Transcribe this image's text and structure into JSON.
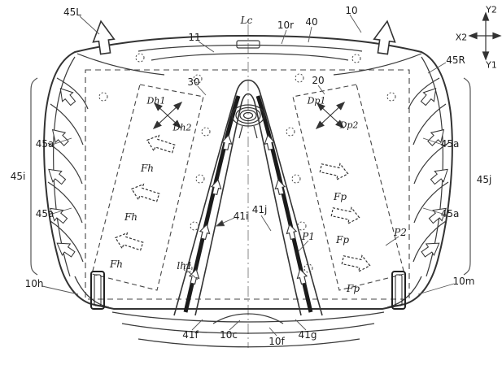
{
  "meta": {
    "figure_kind": "patent-line-drawing",
    "background_color": "#ffffff",
    "line_color": "#3a3a3a"
  },
  "labels": [
    {
      "id": "45L",
      "text": "45L"
    },
    {
      "id": "Lc",
      "text": "Lc"
    },
    {
      "id": "10r",
      "text": "10r"
    },
    {
      "id": "40",
      "text": "40"
    },
    {
      "id": "10",
      "text": "10"
    },
    {
      "id": "11",
      "text": "11"
    },
    {
      "id": "Y2",
      "text": "Y2"
    },
    {
      "id": "X2",
      "text": "X2"
    },
    {
      "id": "Y1",
      "text": "Y1"
    },
    {
      "id": "45R",
      "text": "45R"
    },
    {
      "id": "30",
      "text": "30"
    },
    {
      "id": "20",
      "text": "20"
    },
    {
      "id": "Dh1",
      "text": "Dh1"
    },
    {
      "id": "Dh2",
      "text": "Dh2"
    },
    {
      "id": "Dp1",
      "text": "Dp1"
    },
    {
      "id": "Dp2",
      "text": "Dp2"
    },
    {
      "id": "45a-left-upper",
      "text": "45a"
    },
    {
      "id": "45i",
      "text": "45i"
    },
    {
      "id": "45a-left-lower",
      "text": "45a"
    },
    {
      "id": "45a-right-upper",
      "text": "45a"
    },
    {
      "id": "45j",
      "text": "45j"
    },
    {
      "id": "45a-right-lower",
      "text": "45a"
    },
    {
      "id": "Fh-1",
      "text": "Fh"
    },
    {
      "id": "Fh-2",
      "text": "Fh"
    },
    {
      "id": "Fh-3",
      "text": "Fh"
    },
    {
      "id": "Fp-1",
      "text": "Fp"
    },
    {
      "id": "Fp-2",
      "text": "Fp"
    },
    {
      "id": "Fp-3",
      "text": "Fp"
    },
    {
      "id": "41i",
      "text": "41i"
    },
    {
      "id": "41j",
      "text": "41j"
    },
    {
      "id": "P1",
      "text": "P1"
    },
    {
      "id": "P2",
      "text": "P2"
    },
    {
      "id": "lh1",
      "text": "lh1"
    },
    {
      "id": "10h",
      "text": "10h"
    },
    {
      "id": "10m",
      "text": "10m"
    },
    {
      "id": "41f",
      "text": "41f"
    },
    {
      "id": "10c",
      "text": "10c"
    },
    {
      "id": "10f",
      "text": "10f"
    },
    {
      "id": "41g",
      "text": "41g"
    }
  ]
}
